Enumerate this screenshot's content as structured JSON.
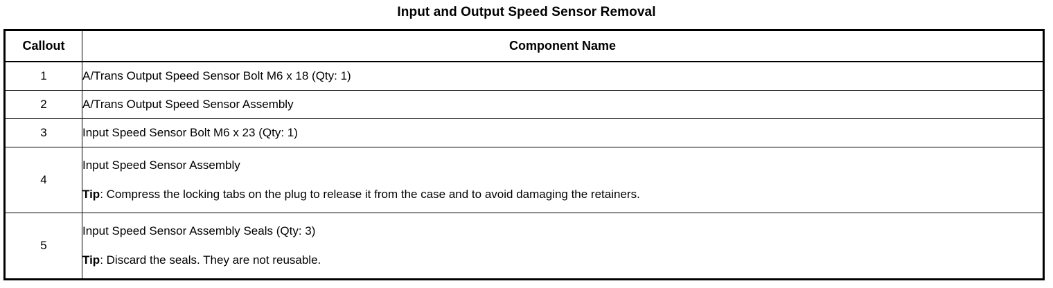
{
  "document": {
    "title": "Input and Output Speed Sensor Removal"
  },
  "table": {
    "columns": [
      {
        "key": "callout",
        "label": "Callout"
      },
      {
        "key": "component",
        "label": "Component Name"
      }
    ],
    "rows": [
      {
        "callout": "1",
        "component": "A/Trans Output Speed Sensor Bolt M6 x 18 (Qty: 1)",
        "tip_label": "",
        "tip_text": ""
      },
      {
        "callout": "2",
        "component": "A/Trans Output Speed Sensor Assembly",
        "tip_label": "",
        "tip_text": ""
      },
      {
        "callout": "3",
        "component": "Input Speed Sensor Bolt M6 x 23 (Qty: 1)",
        "tip_label": "",
        "tip_text": ""
      },
      {
        "callout": "4",
        "component": "Input Speed Sensor Assembly",
        "tip_label": "Tip",
        "tip_text": ": Compress the locking tabs on the plug to release it from the case and to avoid damaging the retainers."
      },
      {
        "callout": "5",
        "component": "Input Speed Sensor Assembly Seals (Qty: 3)",
        "tip_label": "Tip",
        "tip_text": ": Discard the seals. They are not reusable."
      }
    ]
  },
  "colors": {
    "border": "#000000",
    "text": "#000000",
    "background": "#ffffff"
  }
}
